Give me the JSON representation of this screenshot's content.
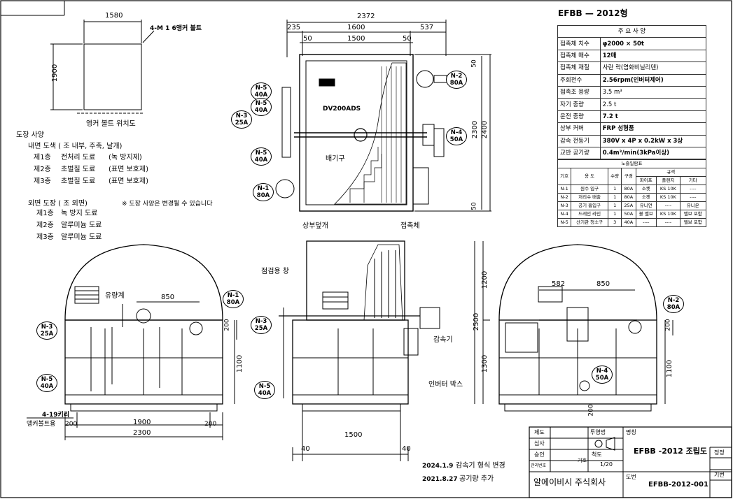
{
  "title": "EFBB — 2012형",
  "spec": {
    "header": "주 요 사 양",
    "rows": [
      {
        "label": "접촉체 치수",
        "value": "φ2000 × 50t"
      },
      {
        "label": "접촉체 매수",
        "value": "12매"
      },
      {
        "label": "접촉체 재질",
        "value": "사란 락(염화비닐리덴)"
      },
      {
        "label": "주회전수",
        "value": "2.56rpm(인버터제어)"
      },
      {
        "label": "접촉조 용량",
        "value": "3.5 m³"
      },
      {
        "label": "자기 중량",
        "value": "2.5 t"
      },
      {
        "label": "운전 중량",
        "value": "7.2 t"
      },
      {
        "label": "상부 커버",
        "value": "FRP 성형품"
      },
      {
        "label": "감속 전동기",
        "value": "380V x 4P x 0.2kW x 3상"
      },
      {
        "label": "교반 공기량",
        "value": "0.4m³/min(3kPa이상)"
      }
    ]
  },
  "nozzle": {
    "title": "노즐일람표",
    "col_kind": "기호",
    "col_use": "용 도",
    "col_qty": "수량",
    "col_size": "구경",
    "col_spec": "규격",
    "col_pipe": "파이프",
    "col_flange": "플랜지",
    "col_etc": "기타",
    "rows": [
      {
        "sym": "N-1",
        "use": "원수 입구",
        "qty": "1",
        "size": "80A",
        "pipe": "소켓",
        "flange": "KS 10K",
        "etc": "----"
      },
      {
        "sym": "N-2",
        "use": "처리수 배출",
        "qty": "1",
        "size": "80A",
        "pipe": "소켓",
        "flange": "KS 10K",
        "etc": "----"
      },
      {
        "sym": "N-3",
        "use": "공기 흡입구",
        "qty": "1",
        "size": "25A",
        "pipe": "유니언",
        "flange": "----",
        "etc": "유니온"
      },
      {
        "sym": "N-4",
        "use": "드레인 라인",
        "qty": "1",
        "size": "50A",
        "pipe": "볼 밸브",
        "flange": "KS 10K",
        "etc": "밸브 포함"
      },
      {
        "sym": "N-5",
        "use": "산기관 청소구",
        "qty": "3",
        "size": "40A",
        "pipe": "----",
        "flange": "----",
        "etc": "밸브 포함"
      }
    ]
  },
  "anchor": {
    "dim_w": "1580",
    "dim_h": "1900",
    "bolt": "4-M 1 6앵커 볼트",
    "caption": "앵커 볼트 위치도"
  },
  "paint": {
    "title": "도장 사양",
    "inner_title": "내면 도색  ( 조 내부, 주축, 날개)",
    "inner": [
      {
        "layer": "제1층",
        "name": "전처리 도료",
        "note": "(녹 방지제)"
      },
      {
        "layer": "제2층",
        "name": "초벌칠 도료",
        "note": "(표면 보호제)"
      },
      {
        "layer": "제3층",
        "name": "초벌칠 도료",
        "note": "(표면 보호제)"
      }
    ],
    "outer_title": "외면 도장  ( 조 외면)",
    "outer_note": "※ 도장 사양은 변경될 수 있습니다",
    "outer": [
      {
        "layer": "제1층",
        "name": "녹 방지 도료"
      },
      {
        "layer": "제2층",
        "name": "알루미늄 도료"
      },
      {
        "layer": "제3층",
        "name": "알루미늄 도료"
      }
    ]
  },
  "plan": {
    "dim_total": "2372",
    "dim_left": "235",
    "dim_mid": "1600",
    "dim_right": "537",
    "dim_50a": "50",
    "dim_1500": "1500",
    "dim_50b": "50",
    "dim_2300": "2300",
    "dim_2400": "2400",
    "dim_50c": "50",
    "dim_50d": "50",
    "motor": "DV200ADS",
    "exhaust": "배기구",
    "tags": {
      "n5a": [
        "N-5",
        "40A"
      ],
      "n5b": [
        "N-5",
        "40A"
      ],
      "n3": [
        "N-3",
        "25A"
      ],
      "n5c": [
        "N-5",
        "40A"
      ],
      "n1": [
        "N-1",
        "80A"
      ],
      "n2": [
        "N-2",
        "80A"
      ],
      "n4": [
        "N-4",
        "50A"
      ]
    }
  },
  "front": {
    "gauge": "유량계",
    "dim_850": "850",
    "dim_200": "200",
    "dim_1100": "1100",
    "bolt_hole": "4-19키리",
    "bolt_hole2": "앵커볼트용",
    "dim_200a": "200",
    "dim_1900": "1900",
    "dim_200b": "200",
    "dim_2300": "2300",
    "tags": {
      "n1": [
        "N-1",
        "80A"
      ],
      "n3": [
        "N-3",
        "25A"
      ],
      "n5": [
        "N-5",
        "40A"
      ]
    }
  },
  "side": {
    "cover": "상부덮개",
    "media": "접촉체",
    "window": "점검용 창",
    "reducer": "감속기",
    "inverter": "인버터 박스",
    "dim_1500": "1500",
    "dim_40a": "40",
    "dim_40b": "40",
    "tags": {
      "n3": [
        "N-3",
        "25A"
      ],
      "n5": [
        "N-5",
        "40A"
      ]
    }
  },
  "right": {
    "dim_582": "582",
    "dim_850": "850",
    "dim_200": "200",
    "dim_1200": "1200",
    "dim_2500": "2500",
    "dim_1300": "1300",
    "dim_1100": "1100",
    "dim_200b": "200",
    "tags": {
      "n2": [
        "N-2",
        "80A"
      ],
      "n4": [
        "N-4",
        "50A"
      ]
    }
  },
  "revisions": [
    {
      "date": "2024.1.9",
      "text": "감속기 형식 변경"
    },
    {
      "date": "2021.8.27",
      "text": "공기량 추가"
    }
  ],
  "titleblock": {
    "drawn": "제도",
    "checked": "심사",
    "approved": "승인",
    "mgmt": "관리번호",
    "projection": "투영법",
    "scale_label": "척도",
    "scale": "1/20",
    "symbol": "기호",
    "name_label": "명칭",
    "name": "EFBB -2012 조립도",
    "dwg_label": "도번",
    "dwg": "EFBB-2012-001",
    "company": "알에이비시 주식회사",
    "cut1": "정정",
    "cut2": "기번"
  },
  "colors": {
    "line": "#000000",
    "dim": "#222222",
    "hidden": "#555555",
    "bg": "#ffffff"
  }
}
